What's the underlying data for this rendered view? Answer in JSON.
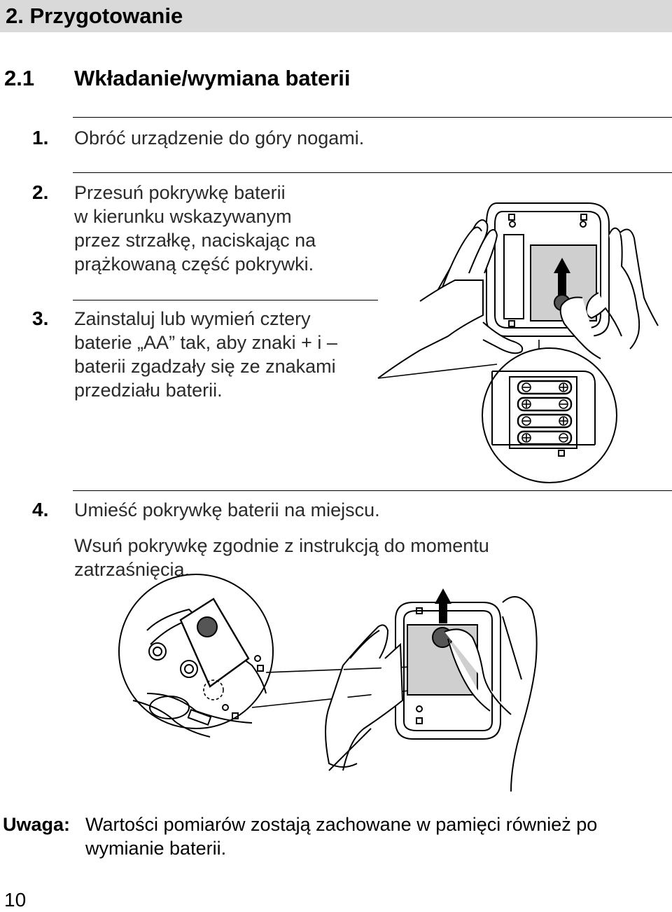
{
  "header": {
    "title": "2. Przygotowanie"
  },
  "section": {
    "number": "2.1",
    "title": "Wkładanie/wymiana baterii"
  },
  "steps": [
    {
      "number": "1.",
      "lines": [
        "Obróć urządzenie do góry nogami."
      ]
    },
    {
      "number": "2.",
      "lines": [
        "Przesuń pokrywkę baterii",
        "w kierunku wskazywanym",
        "przez strzałkę, naciskając na",
        "prążkowaną część pokrywki."
      ]
    },
    {
      "number": "3.",
      "lines": [
        "Zainstaluj lub wymień cztery",
        "baterie „AA” tak, aby znaki + i –",
        "baterii zgadzały się ze znakami",
        "przedziału baterii."
      ]
    },
    {
      "number": "4.",
      "lines": [
        "Umieść pokrywkę baterii na miejscu.",
        "Wsuń pokrywkę zgodnie z instrukcją do momentu",
        "zatrzaśnięcia."
      ]
    }
  ],
  "note": {
    "label": "Uwaga:",
    "lines": [
      "Wartości pomiarów zostają zachowane w pamięci również po",
      "wymianie baterii."
    ]
  },
  "page_number": "10"
}
